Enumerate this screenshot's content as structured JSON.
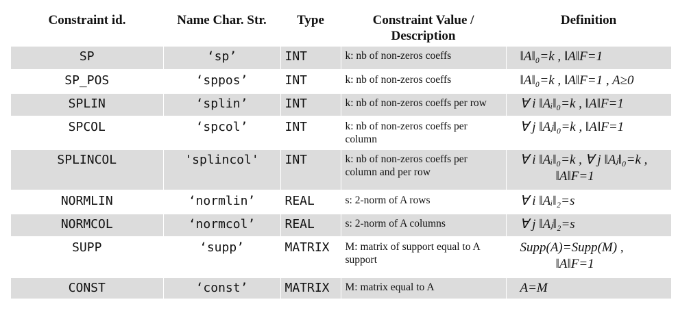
{
  "headers": {
    "id": "Constraint id.",
    "name": "Name Char. Str.",
    "type": "Type",
    "value_line1": "Constraint Value /",
    "value_line2": "Description",
    "definition": "Definition"
  },
  "rows": [
    {
      "id": "SP",
      "name": "‘sp’",
      "type": "INT",
      "desc": "k: nb of non-zeros coeffs",
      "def1": "‖A‖₀=k , ‖A‖F=1",
      "def2": ""
    },
    {
      "id": "SP_POS",
      "name": "‘sppos’",
      "type": "INT",
      "desc": "k: nb of non-zeros coeffs",
      "def1": "‖A‖₀=k , ‖A‖F=1 , A≥0",
      "def2": ""
    },
    {
      "id": "SPLIN",
      "name": "‘splin’",
      "type": "INT",
      "desc": "k: nb of non-zeros coeffs per row",
      "def1": "∀ i ‖Aᵢ‖₀=k , ‖A‖F=1",
      "def2": ""
    },
    {
      "id": "SPCOL",
      "name": "‘spcol’",
      "type": "INT",
      "desc": "k: nb of non-zeros coeffs per column",
      "def1": "∀ j ‖Aⱼ‖₀=k , ‖A‖F=1",
      "def2": ""
    },
    {
      "id": "SPLINCOL",
      "name": "'splincol'",
      "type": "INT",
      "desc": "k: nb of non-zeros coeffs per column and per row",
      "def1": "∀ i ‖Aᵢ‖₀=k , ∀ j ‖Aⱼ‖₀=k ,",
      "def2": "‖A‖F=1"
    },
    {
      "id": "NORMLIN",
      "name": "‘normlin’",
      "type": "REAL",
      "desc": "s: 2-norm of A rows",
      "def1": "∀ i ‖Aᵢ‖₂=s",
      "def2": ""
    },
    {
      "id": "NORMCOL",
      "name": "‘normcol’",
      "type": "REAL",
      "desc": "s: 2-norm of A columns",
      "def1": "∀ j ‖Aⱼ‖₂=s",
      "def2": ""
    },
    {
      "id": "SUPP",
      "name": "‘supp’",
      "type": "MATRIX",
      "desc": "M: matrix of support equal to A support",
      "def1": "Supp(A)=Supp(M) ,",
      "def2": "‖A‖F=1"
    },
    {
      "id": "CONST",
      "name": "‘const’",
      "type": "MATRIX",
      "desc": "M: matrix equal to A",
      "def1": "A=M",
      "def2": ""
    }
  ]
}
